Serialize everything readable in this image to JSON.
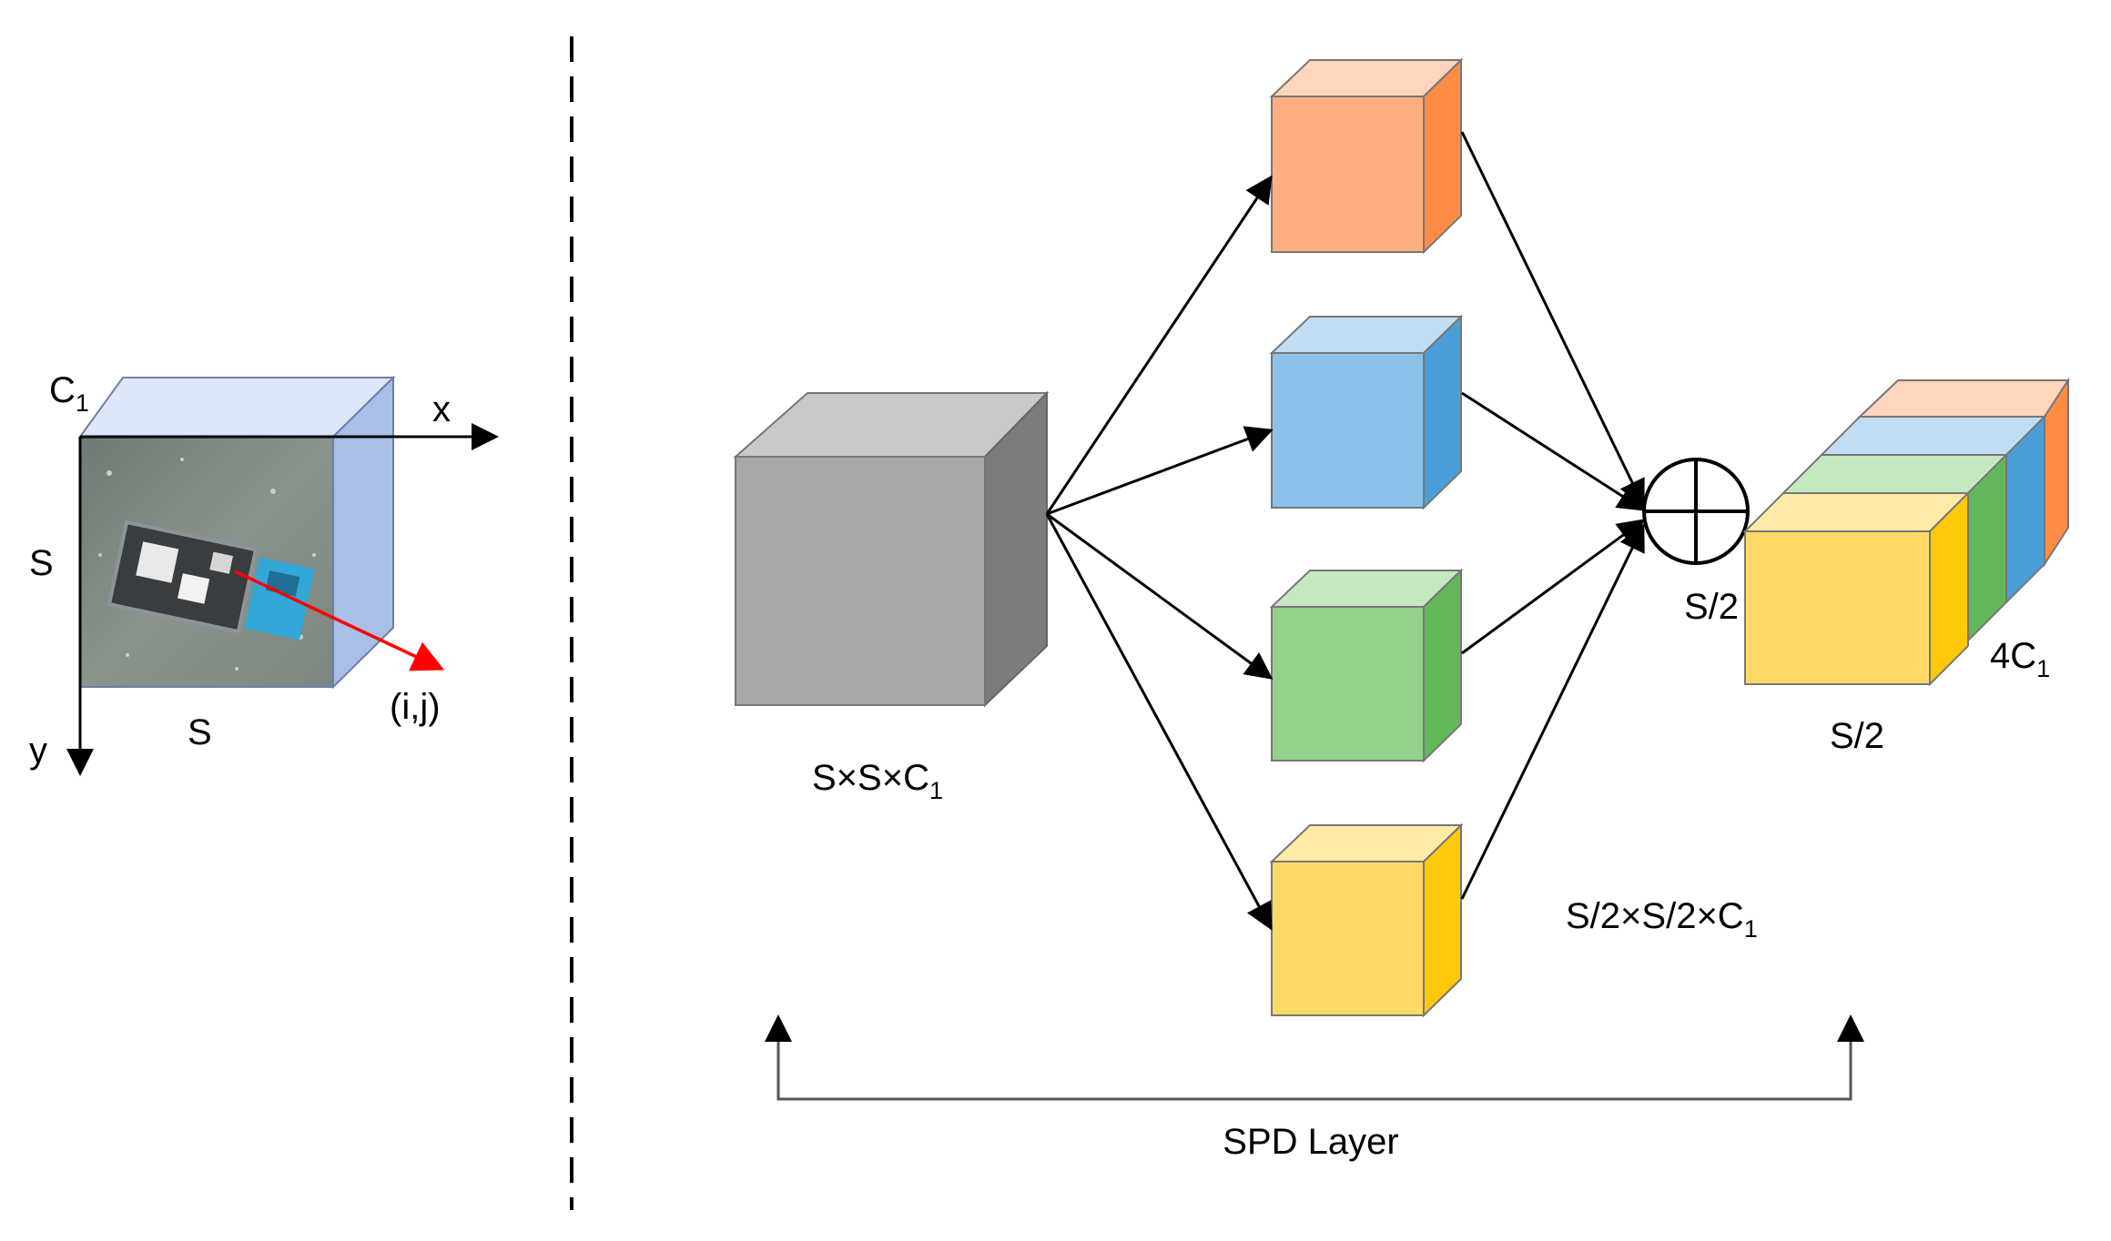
{
  "left_panel": {
    "cube_channel_label": "C",
    "cube_channel_sub": "1",
    "height_label": "S",
    "width_label": "S",
    "x_axis_label": "x",
    "y_axis_label": "y",
    "pixel_label": "(i,j)"
  },
  "input_block": {
    "label_main": "S×S×C",
    "label_sub": "1",
    "color": "#9c9c9c"
  },
  "slices": [
    {
      "name": "orange",
      "color": "#ffaf80"
    },
    {
      "name": "blue",
      "color": "#8cc2ea"
    },
    {
      "name": "green",
      "color": "#92d28a"
    },
    {
      "name": "yellow",
      "color": "#ffd966"
    }
  ],
  "slice_label_main": "S/2×S/2×C",
  "slice_label_sub": "1",
  "concat_symbol": "⊕",
  "output_block": {
    "height_label": "S/2",
    "width_label": "S/2",
    "depth_label_main": "4C",
    "depth_label_sub": "1"
  },
  "spd_layer_label": "SPD Layer",
  "colors": {
    "pixel_arrow": "#ff0000",
    "arrows": "#000000",
    "divider": "#000000"
  }
}
